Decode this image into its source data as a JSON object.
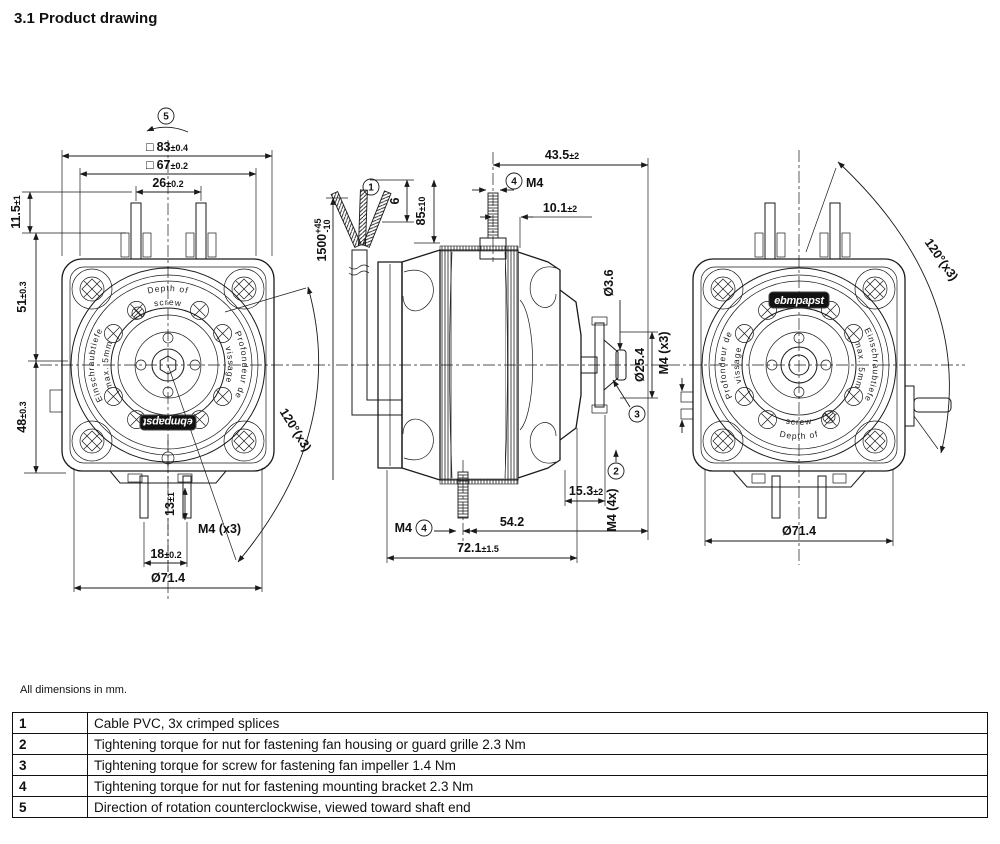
{
  "page": {
    "title": "3.1 Product drawing",
    "note": "All dimensions in mm."
  },
  "symbols": {
    "square": "□"
  },
  "colors": {
    "line": "#1a1a1a",
    "background": "#ffffff",
    "logo_bg": "#111111"
  },
  "face": {
    "logo": "ebmpapst",
    "depth_en_1": "Depth  of",
    "depth_en_2": "screw",
    "depth_fr_1": "Profondeur  de",
    "depth_fr_2": "vissage",
    "depth_de_1": "Einschraubtiefe",
    "depth_de_2": "max. 5mm"
  },
  "front_view": {
    "c5": "5",
    "d83": {
      "v": "83",
      "t": "±0.4"
    },
    "d67": {
      "v": "67",
      "t": "±0.2"
    },
    "d26": {
      "v": "26",
      "t": "±0.2"
    },
    "d115": {
      "v": "11.5",
      "t": "±1"
    },
    "d51": {
      "v": "51",
      "t": "±0.3"
    },
    "d48": {
      "v": "48",
      "t": "±0.3"
    },
    "d13": {
      "v": "13",
      "t": "±1"
    },
    "m4x3": "M4 (x3)",
    "d18": {
      "v": "18",
      "t": "±0.2"
    },
    "d714": "Ø71.4",
    "a120": "120°(x3)"
  },
  "side_view": {
    "c1": "1",
    "cable": {
      "v": "1500",
      "sup": "+45",
      "sub": "-10"
    },
    "d6": "6",
    "d85": {
      "v": "85",
      "t": "±10"
    },
    "d435": {
      "v": "43.5",
      "t": "±2"
    },
    "c4": "4",
    "m4_top": "M4",
    "d101": {
      "v": "10.1",
      "t": "±2"
    },
    "d36": "Ø3.6",
    "d254": "Ø25.4",
    "c3": "3",
    "d153": {
      "v": "15.3",
      "t": "±2"
    },
    "c2": "2",
    "m4_4x": "M4 (4x)",
    "m4_bot": "M4",
    "c4b": "4",
    "d542": "54.2",
    "d721": {
      "v": "72.1",
      "t": "±1.5"
    }
  },
  "rear_view": {
    "a120": "120°(x3)",
    "m4x3": "M4 (x3)",
    "d714": "Ø71.4"
  },
  "notes_table": {
    "rows": [
      {
        "num": "1",
        "text": "Cable PVC, 3x crimped splices"
      },
      {
        "num": "2",
        "text": "Tightening torque for nut for fastening fan housing or guard grille 2.3 Nm"
      },
      {
        "num": "3",
        "text": "Tightening torque for screw for fastening fan impeller 1.4 Nm"
      },
      {
        "num": "4",
        "text": "Tightening torque for nut for fastening mounting bracket 2.3 Nm"
      },
      {
        "num": "5",
        "text": "Direction of rotation counterclockwise, viewed toward shaft end"
      }
    ]
  }
}
